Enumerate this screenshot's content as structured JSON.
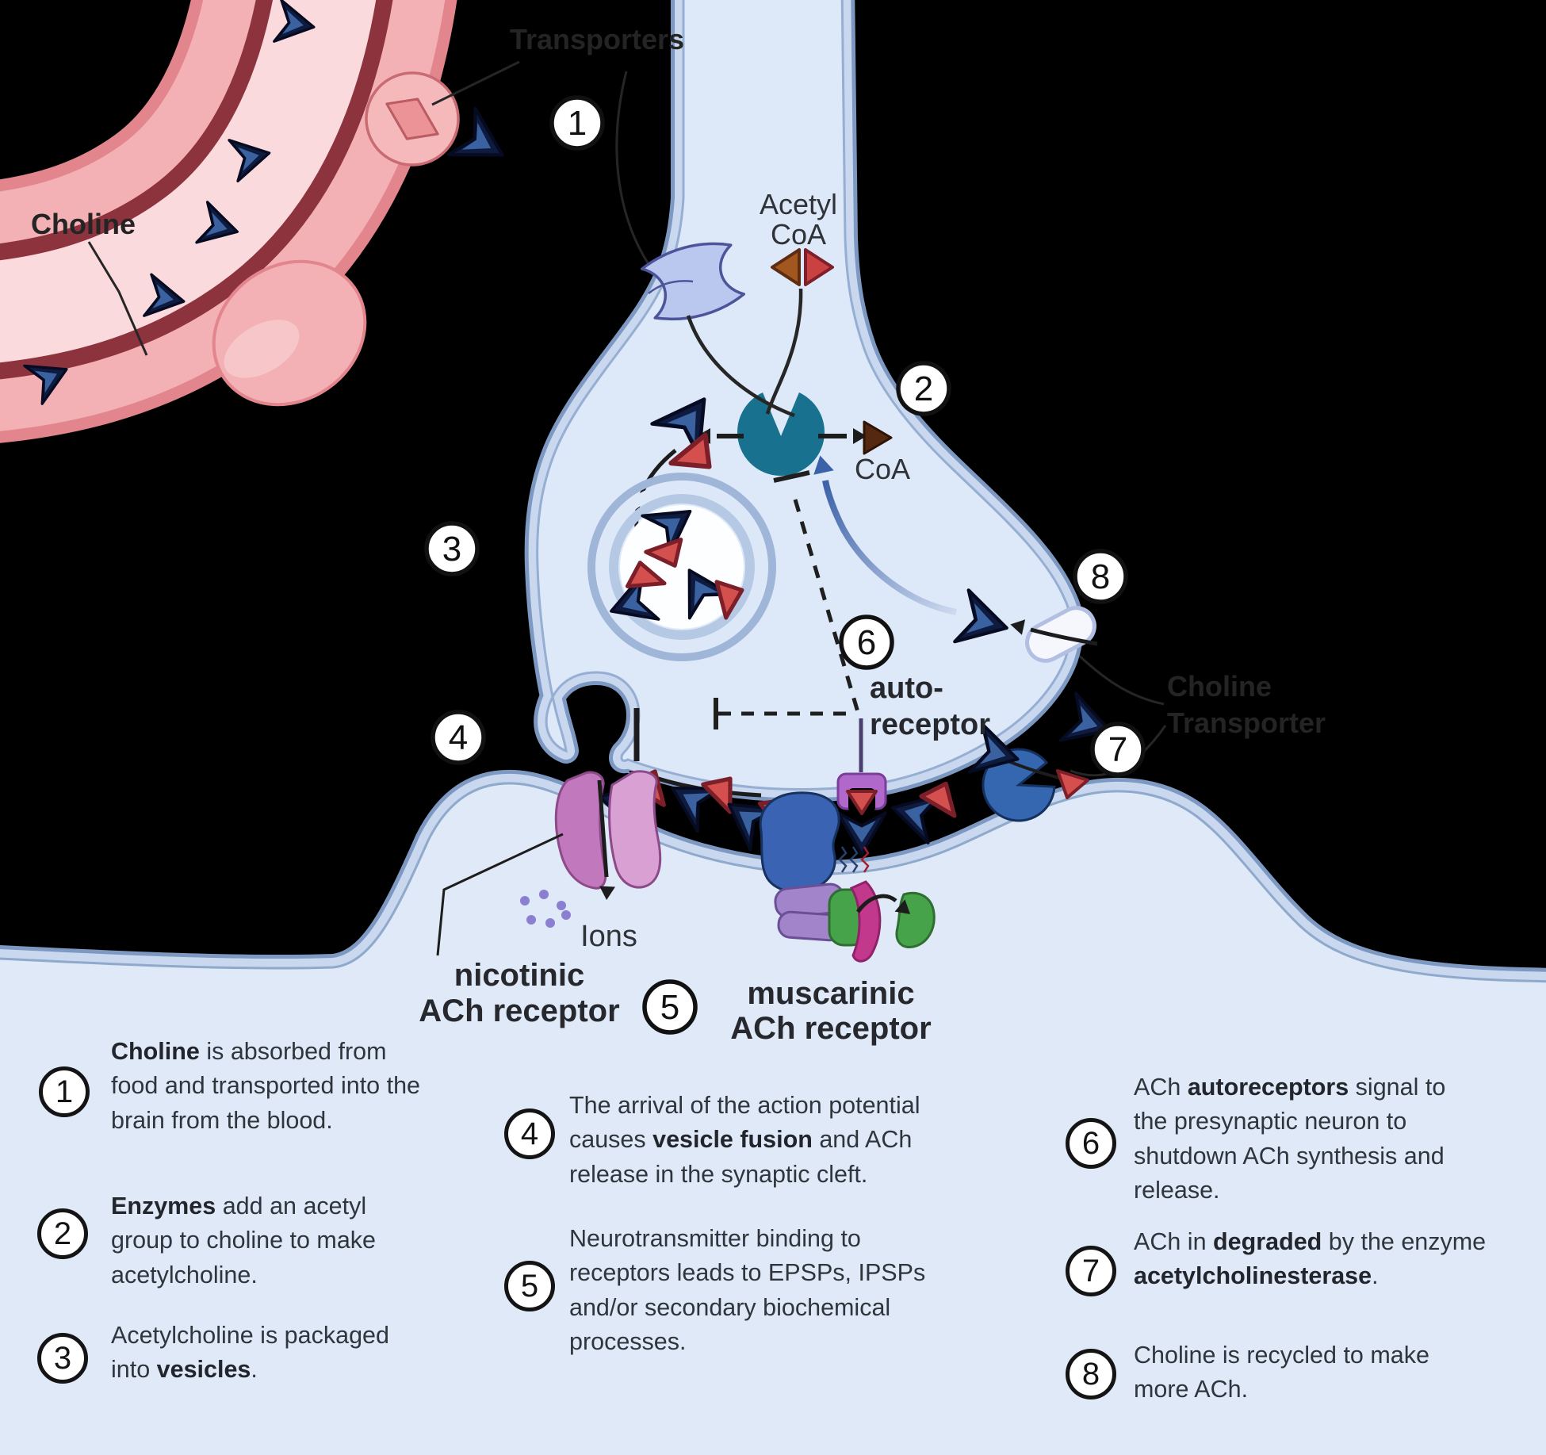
{
  "diagram": {
    "markers": [
      "1",
      "2",
      "3",
      "4",
      "5",
      "6",
      "7",
      "8"
    ],
    "labels": {
      "transporters": "Transporters",
      "choline": "Choline",
      "acetyl1": "Acetyl",
      "acetyl2": "CoA",
      "coa": "CoA",
      "auto1": "auto-",
      "auto2": "receptor",
      "ions": "Ions",
      "nicotinic1": "nicotinic",
      "nicotinic2": "ACh receptor",
      "muscarinic1": "muscarinic",
      "muscarinic2": "ACh receptor",
      "ct1": "Choline",
      "ct2": "Transporter"
    }
  },
  "legend": {
    "items": [
      {
        "number": "1",
        "segments": [
          {
            "t": "Choline",
            "b": true
          },
          {
            "t": " is absorbed from food and transported into the brain from the blood.",
            "b": false
          }
        ]
      },
      {
        "number": "2",
        "segments": [
          {
            "t": "Enzymes",
            "b": true
          },
          {
            "t": " add an acetyl group to choline to make acetylcholine.",
            "b": false
          }
        ]
      },
      {
        "number": "3",
        "segments": [
          {
            "t": "Acetylcholine is packaged into ",
            "b": false
          },
          {
            "t": "vesicles",
            "b": true
          },
          {
            "t": ".",
            "b": false
          }
        ]
      },
      {
        "number": "4",
        "segments": [
          {
            "t": "The arrival of the action potential causes ",
            "b": false
          },
          {
            "t": "vesicle fusion",
            "b": true
          },
          {
            "t": " and ACh release in the synaptic cleft.",
            "b": false
          }
        ]
      },
      {
        "number": "5",
        "segments": [
          {
            "t": "Neurotransmitter binding to receptors leads to EPSPs, IPSPs and/or secondary biochemical processes.",
            "b": false
          }
        ]
      },
      {
        "number": "6",
        "segments": [
          {
            "t": "ACh ",
            "b": false
          },
          {
            "t": "autoreceptors",
            "b": true
          },
          {
            "t": " signal to the presynaptic neuron to shutdown ACh synthesis and release.",
            "b": false
          }
        ]
      },
      {
        "number": "7",
        "segments": [
          {
            "t": "ACh in ",
            "b": false
          },
          {
            "t": "degraded",
            "b": true
          },
          {
            "t": " by the enzyme ",
            "b": false
          },
          {
            "t": "acetylcholinesterase",
            "b": true
          },
          {
            "t": ".",
            "b": false
          }
        ]
      },
      {
        "number": "8",
        "segments": [
          {
            "t": "Choline is recycled to make more ACh.",
            "b": false
          }
        ]
      }
    ]
  },
  "colors": {
    "presynaptic_fill": "#dde9f8",
    "membrane_band": "#c9d8ef",
    "membrane_edge": "#7d99c2",
    "vessel_lumen": "#fbdade",
    "vessel_wall": "#f3b1b5",
    "vessel_stripe": "#8c333d",
    "choline_navy": "#0e1b3e",
    "ach_red": "#d4504e",
    "acetylcoa_brown": "#a2571e",
    "enzyme_teal": "#17718f",
    "nicotinic_purple": "#c178bd",
    "muscarinic_blue": "#3a63b4",
    "gprotein_purple": "#a184c9",
    "gprotein_green": "#46a349",
    "gprotein_magenta": "#c2388d",
    "ache_blue": "#3566b0",
    "ion_purple": "#8b7fd1",
    "autoreceptor_purple": "#b069ca"
  }
}
